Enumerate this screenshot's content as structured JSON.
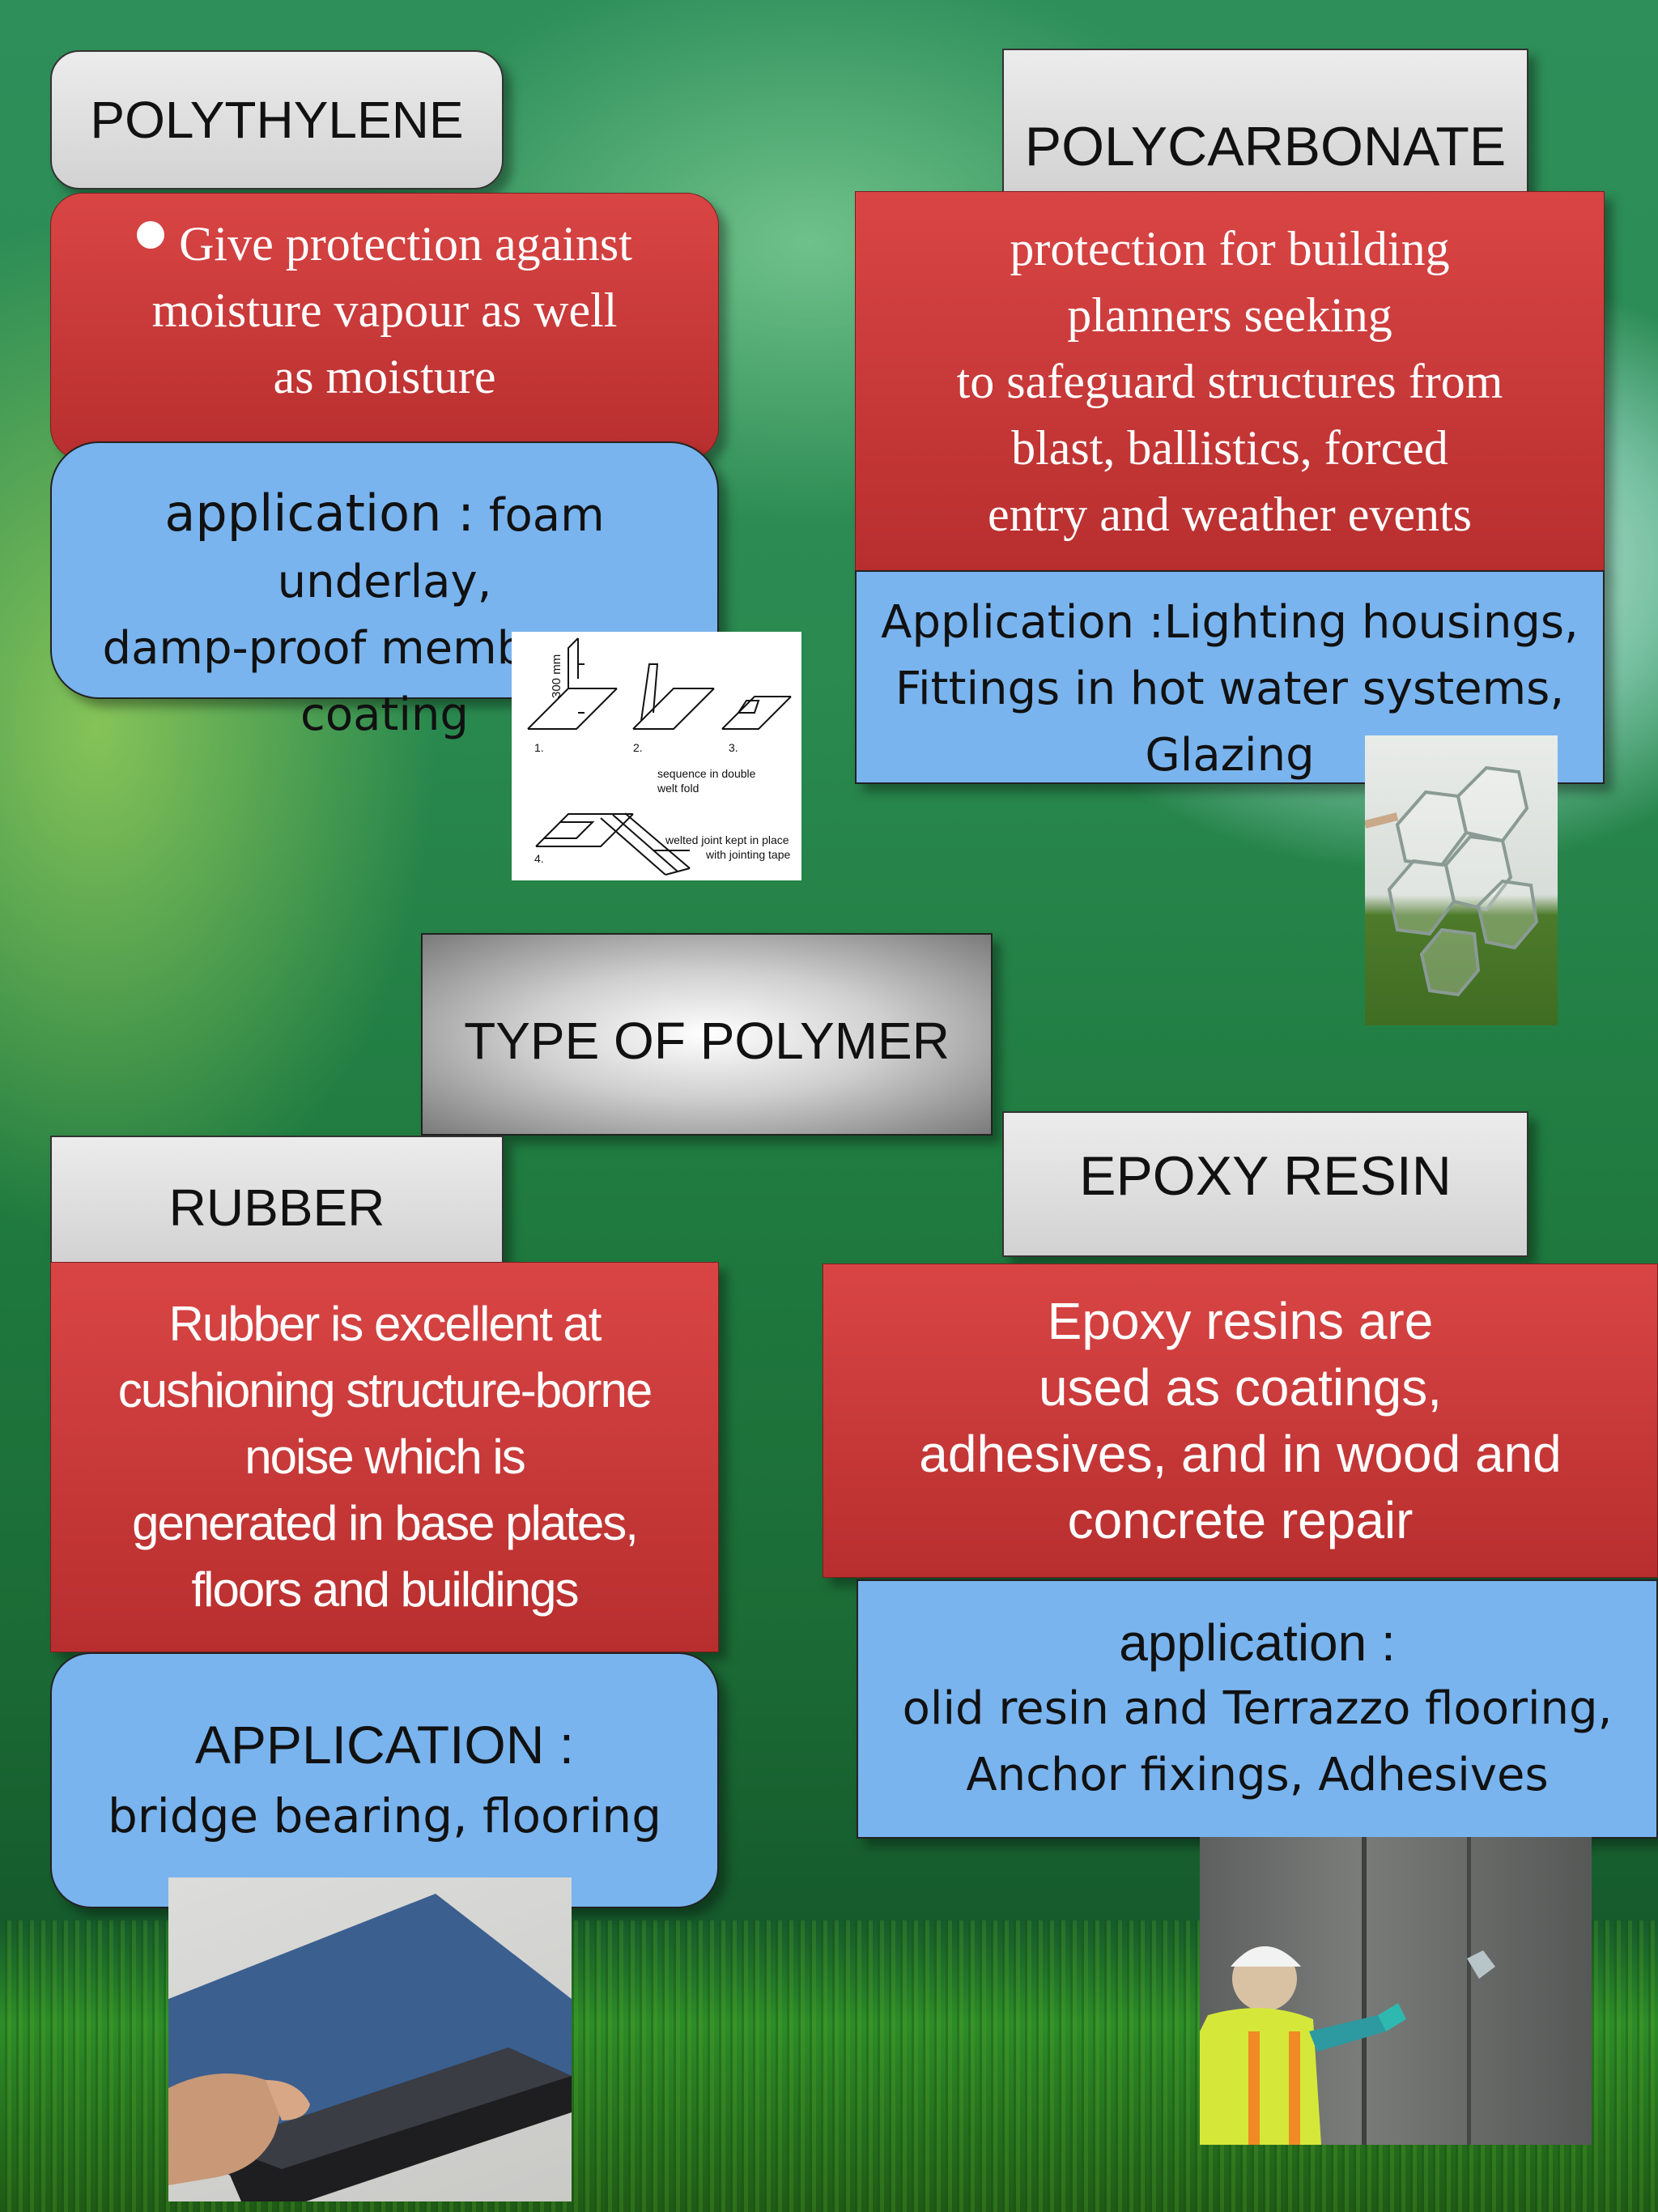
{
  "center_title": "TYPE OF POLYMER",
  "polythylene": {
    "title": "POLYTHYLENE",
    "description_lines": [
      "Give protection against",
      "moisture vapour as well",
      "as moisture"
    ],
    "application_label": "application :",
    "application_lines": [
      "foam underlay,",
      "damp-proof membranes,",
      "coating"
    ],
    "diagram": {
      "dimension": "300 mm",
      "steps": [
        "1.",
        "2.",
        "3.",
        "4."
      ],
      "caption_1": "sequence in double",
      "caption_2": "welt fold",
      "caption_3": "welted joint kept in place",
      "caption_4": "with jointing tape"
    }
  },
  "polycarbonate": {
    "title": "POLYCARBONATE",
    "description_lines": [
      "protection for building",
      "planners seeking",
      "to safeguard structures from",
      "blast, ballistics, forced",
      "entry and weather events"
    ],
    "application_lines": [
      "Application :Lighting housings,",
      "Fittings in hot water systems,",
      "Glazing"
    ]
  },
  "rubber": {
    "title": "RUBBER",
    "description_lines": [
      "Rubber is excellent at",
      "cushioning structure-borne",
      "noise which is",
      "generated in base plates,",
      "floors and buildings"
    ],
    "application_label": "APPLICATION :",
    "application_text": "bridge bearing, flooring"
  },
  "epoxy": {
    "title": "EPOXY RESIN",
    "description_lines": [
      "Epoxy resins are",
      "used as coatings,",
      "adhesives, and in wood and",
      "concrete repair"
    ],
    "application_label": "application :",
    "application_lines": [
      "olid resin and Terrazzo flooring,",
      "Anchor fixings, Adhesives"
    ]
  },
  "images": {
    "welt_fold": "welt-fold-diagram",
    "hexagon_glazing": "polycarbonate-hexagon-sheet-photo",
    "rubber_mat": "rubber-floor-tile-photo",
    "epoxy_worker": "worker-applying-epoxy-photo"
  }
}
